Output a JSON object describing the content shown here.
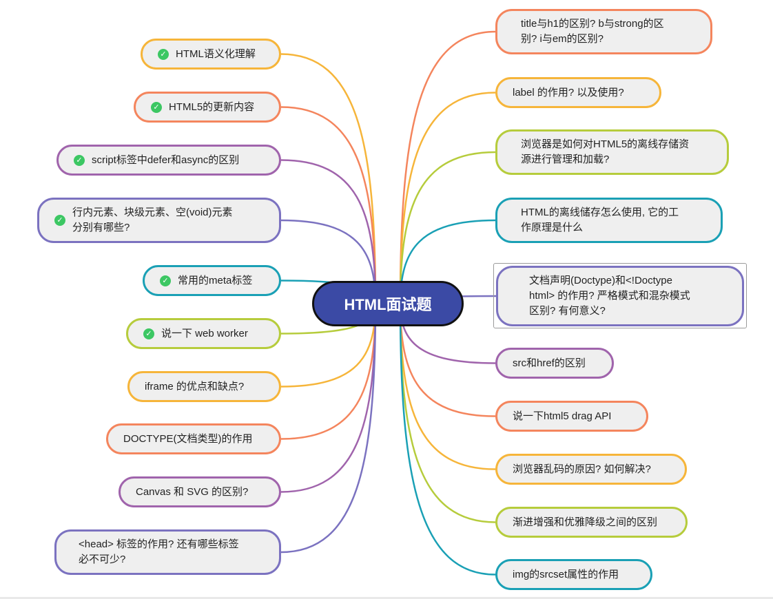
{
  "center": {
    "title": "HTML面试题",
    "color": "#3b4aa5"
  },
  "left_nodes": [
    {
      "text": "HTML语义化理解",
      "checked": true,
      "color": "#f6b53a"
    },
    {
      "text": "HTML5的更新内容",
      "checked": true,
      "color": "#f4855d"
    },
    {
      "text": "script标签中defer和async的区别",
      "checked": true,
      "color": "#a064ac"
    },
    {
      "text": "行内元素、块级元素、空(void)元素\n分别有哪些?",
      "checked": true,
      "color": "#7b72c0"
    },
    {
      "text": "常用的meta标签",
      "checked": true,
      "color": "#1aa0b5"
    },
    {
      "text": "说一下 web worker",
      "checked": true,
      "color": "#b6cc3c"
    },
    {
      "text": "iframe 的优点和缺点?",
      "checked": false,
      "color": "#f6b53a"
    },
    {
      "text": "DOCTYPE(文档类型)的作用",
      "checked": false,
      "color": "#f4855d"
    },
    {
      "text": "Canvas 和 SVG 的区别?",
      "checked": false,
      "color": "#a064ac"
    },
    {
      "text": "<head> 标签的作用? 还有哪些标签\n必不可少?",
      "checked": false,
      "color": "#7b72c0"
    }
  ],
  "right_nodes": [
    {
      "text": "title与h1的区别? b与strong的区\n别? i与em的区别?",
      "color": "#f4855d"
    },
    {
      "text": "label 的作用? 以及使用?",
      "color": "#f6b53a"
    },
    {
      "text": "浏览器是如何对HTML5的离线存储资\n源进行管理和加载?",
      "color": "#b6cc3c"
    },
    {
      "text": "HTML的离线储存怎么使用, 它的工\n作原理是什么",
      "color": "#1aa0b5"
    },
    {
      "text": "文档声明(Doctype)和<!Doctype\nhtml> 的作用? 严格模式和混杂模式\n区别? 有何意义?",
      "color": "#7b72c0"
    },
    {
      "text": "src和href的区别",
      "color": "#a064ac"
    },
    {
      "text": "说一下html5 drag API",
      "color": "#f4855d"
    },
    {
      "text": "浏览器乱码的原因? 如何解决?",
      "color": "#f6b53a"
    },
    {
      "text": "渐进增强和优雅降级之间的区别",
      "color": "#b6cc3c"
    },
    {
      "text": "img的srcset属性的作用",
      "color": "#1aa0b5"
    }
  ]
}
